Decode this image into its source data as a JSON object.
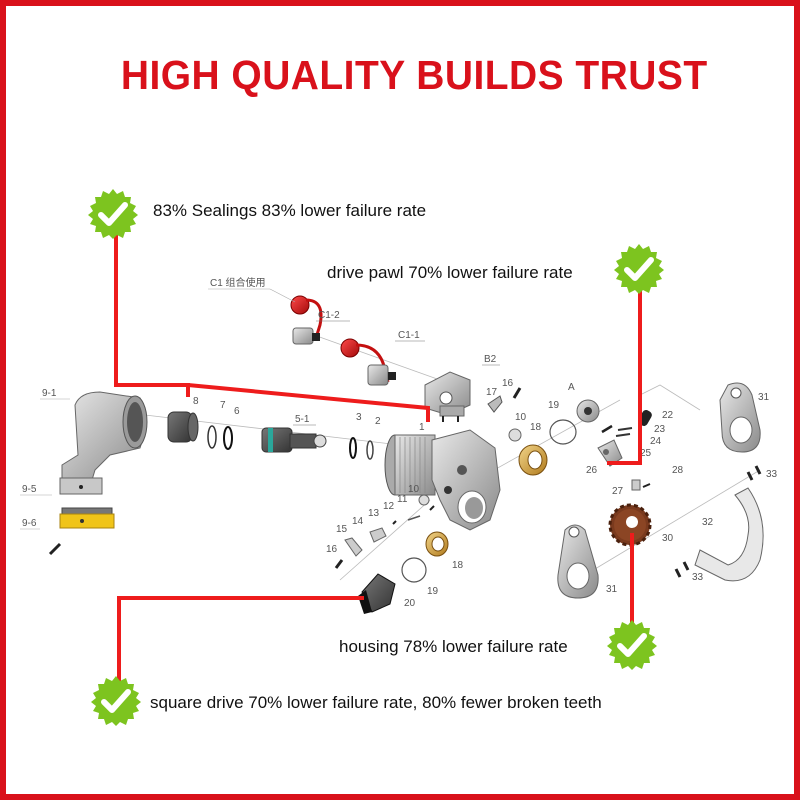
{
  "title": "HIGH QUALITY BUILDS TRUST",
  "colors": {
    "accent_red": "#d9111b",
    "badge_green": "#7dc41f",
    "text": "#111111",
    "part_gray": "#bdbdbd",
    "part_gold": "#c9962e",
    "part_dark": "#2a2a2a",
    "part_teal": "#2aa79b",
    "part_brown": "#7a3a1e"
  },
  "callouts": [
    {
      "id": "sealings",
      "icon": "check-badge-icon",
      "text": "83% Sealings 83% lower failure rate"
    },
    {
      "id": "drive-pawl",
      "icon": "check-badge-icon",
      "text": "drive pawl 70% lower failure rate"
    },
    {
      "id": "housing",
      "icon": "check-badge-icon",
      "text": "housing 78% lower failure rate"
    },
    {
      "id": "square-drive",
      "icon": "check-badge-icon",
      "text": "square drive 70% lower failure rate, 80% fewer broken teeth"
    }
  ],
  "part_labels": {
    "c1": "C1 组合使用",
    "c1_2": "C1-2",
    "c1_1": "C1-1",
    "b2": "B2",
    "p9_1": "9-1",
    "p9_5": "9-5",
    "p9_6": "9-6",
    "p8": "8",
    "p7": "7",
    "p6": "6",
    "p5_1": "5-1",
    "p3": "3",
    "p2": "2",
    "p1": "1",
    "p17": "17",
    "p16a": "16",
    "p10a": "10",
    "pA": "A",
    "p19a": "19",
    "p18a": "18",
    "p22": "22",
    "p23": "23",
    "p24": "24",
    "p25": "25",
    "p26": "26",
    "p27": "27",
    "p28": "28",
    "p31a": "31",
    "p33a": "33",
    "p10b": "10",
    "p11": "11",
    "p12": "12",
    "p13": "13",
    "p14": "14",
    "p15": "15",
    "p16b": "16",
    "p18b": "18",
    "p19b": "19",
    "p20": "20",
    "p30": "30",
    "p31b": "31",
    "p32": "32",
    "p33b": "33"
  }
}
